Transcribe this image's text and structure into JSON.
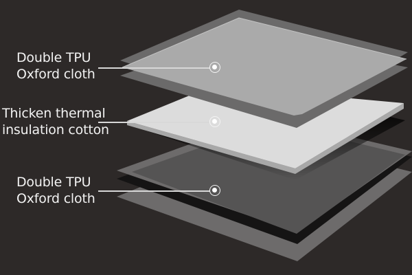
{
  "diagram": {
    "type": "exploded-layer-diagram",
    "background_color": "#2d2928",
    "layers": [
      {
        "id": "top",
        "label_line1": "Double TPU",
        "label_line2": "Oxford cloth",
        "colors": {
          "outer_sheet": "#6b6a6a",
          "inner_sheet": "#a9a9a9"
        }
      },
      {
        "id": "middle",
        "label_line1": "Thicken thermal",
        "label_line2": "insulation cotton",
        "colors": {
          "face": "#dcdcdc",
          "edge": "#b8b8b8"
        }
      },
      {
        "id": "bottom",
        "label_line1": "Double TPU",
        "label_line2": "Oxford cloth",
        "colors": {
          "outer_sheet": "#6d6b6b",
          "inner_sheet": "#545353",
          "shadow": "#141414"
        }
      }
    ]
  }
}
